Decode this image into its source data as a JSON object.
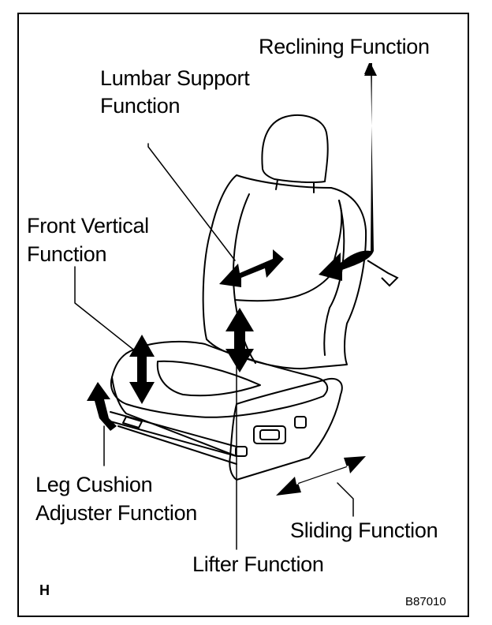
{
  "labels": {
    "reclining": "Reclining Function",
    "lumbar_line1": "Lumbar Support",
    "lumbar_line2": "Function",
    "front_vertical_line1": "Front Vertical",
    "front_vertical_line2": "Function",
    "leg_cushion_line1": "Leg Cushion",
    "leg_cushion_line2": "Adjuster Function",
    "sliding": "Sliding Function",
    "lifter": "Lifter Function"
  },
  "corner_letter": "H",
  "figure_code": "B87010"
}
